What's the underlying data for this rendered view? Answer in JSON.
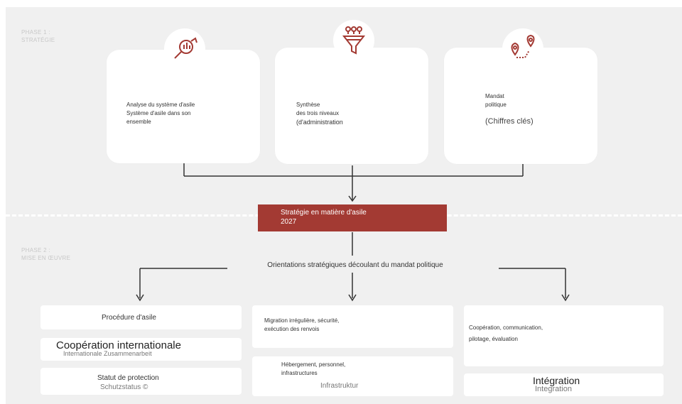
{
  "phases": {
    "phase1": [
      "PHASE 1 :",
      "STRATÉGIE"
    ],
    "phase2": [
      "PHASE 2 :",
      "MISE EN ŒUVRE"
    ]
  },
  "cards": [
    {
      "lines": [
        "Analyse du système d'asile",
        "Système d'asile dans son",
        "ensemble"
      ],
      "icon": "magnifier-chart-icon"
    },
    {
      "lines": [
        "Synthèse",
        "des trois niveaux",
        "(d'administration"
      ],
      "icon": "funnel-icon"
    },
    {
      "lines": [
        "Mandat",
        "politique"
      ],
      "extra": "(Chiffres clés)",
      "icon": "route-pins-icon"
    }
  ],
  "strategy": [
    "Stratégie en matière d'asile",
    "2027"
  ],
  "orientation": "Orientations stratégiques découlant du mandat politique",
  "left_column": {
    "procedure": "Procédure d'asile",
    "cooperation": "Coopération internationale",
    "cooperation_ghost": "Internationale Zusammenarbeit",
    "statut": "Statut de protection",
    "statut_ghost": "Schutzstatus ©"
  },
  "middle_column": {
    "migration": [
      "Migration irrégulière, sécurité,",
      "exécution des renvois"
    ],
    "hebergement": [
      "Hébergement, personnel,",
      "infrastructures"
    ],
    "hebergement_ghost": "Infrastruktur"
  },
  "right_column": {
    "cooperation_comm": [
      "Coopération, communication,",
      "pilotage, évaluation"
    ],
    "integration": "Intégration",
    "integration_ghost": "Integration"
  },
  "colors": {
    "accent": "#a33a33",
    "background": "#f0f0f0",
    "line": "#333333"
  }
}
